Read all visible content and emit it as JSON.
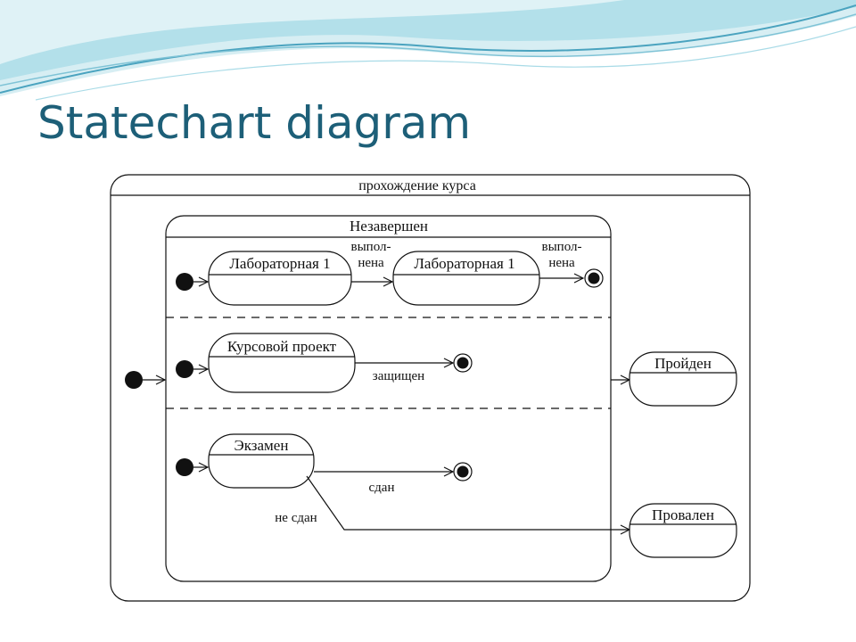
{
  "slide": {
    "title": "Statechart diagram"
  },
  "theme": {
    "title_color": "#1d5f78",
    "wave_light": "#d7eef3",
    "wave_mid": "#9fd3e2",
    "wave_dark": "#4aa3bf",
    "line_color": "#111111"
  },
  "diagram": {
    "outer_state": "прохождение курса",
    "composite_state": "Незавершен",
    "states": {
      "lab1_a": "Лабораторная 1",
      "lab1_b": "Лабораторная 1",
      "course_project": "Курсовой проект",
      "exam": "Экзамен",
      "passed": "Пройден",
      "failed": "Провален"
    },
    "transitions": {
      "lab_done_1": [
        "выпол-",
        "нена"
      ],
      "lab_done_2": [
        "выпол-",
        "нена"
      ],
      "project_defended": "защищен",
      "exam_passed": "сдан",
      "exam_not_passed": "не сдан"
    }
  }
}
